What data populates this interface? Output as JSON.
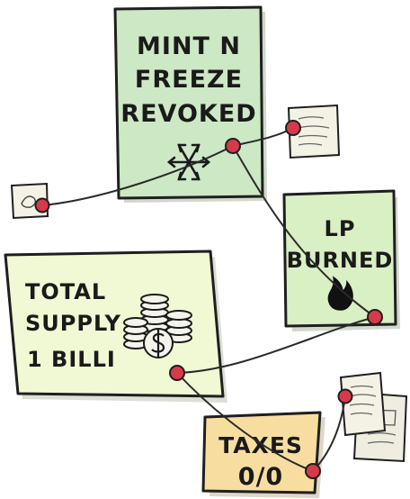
{
  "notes": {
    "mint": {
      "line1": "MINT N",
      "line2": "FREEZE",
      "line3": "REVOKED",
      "color": "#cde8c4"
    },
    "lp": {
      "line1": "LP",
      "line2": "BURNED",
      "color": "#d9efc4"
    },
    "supply": {
      "line1": "TOTAL",
      "line2": "SUPPLY",
      "line3": "1 BILLI",
      "color": "#f1f8d4"
    },
    "taxes": {
      "line1": "TAXES",
      "line2": "0/0",
      "color": "#f7dea0"
    }
  },
  "icons": {
    "mint": "snowflake-icon",
    "lp": "flame-icon",
    "supply": "coin-stack-icon",
    "paper": "paper-note-icon"
  },
  "colors": {
    "pin": "#d63a4a",
    "string": "#2a2a2a",
    "paper": "#f4f2e4",
    "outline": "#1f1f1f"
  }
}
